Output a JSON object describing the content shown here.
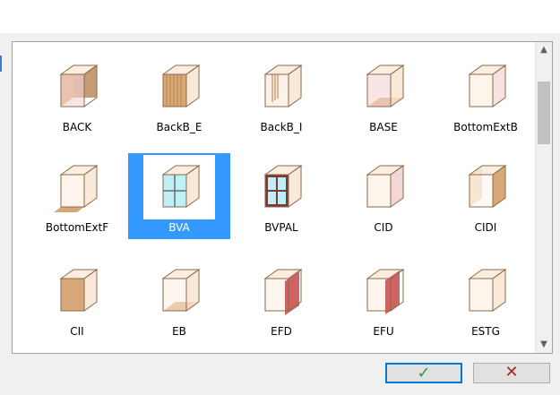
{
  "items": [
    {
      "label": "BACK",
      "icon": "back-panel-cabinet-icon",
      "selected": false
    },
    {
      "label": "BackB_E",
      "icon": "back-panel-exterior-cabinet-icon",
      "selected": false
    },
    {
      "label": "BackB_I",
      "icon": "back-panel-interior-cabinet-icon",
      "selected": false
    },
    {
      "label": "BASE",
      "icon": "base-panel-cabinet-icon",
      "selected": false
    },
    {
      "label": "BottomExtB",
      "icon": "bottom-extension-back-cabinet-icon",
      "selected": false
    },
    {
      "label": "BottomExtF",
      "icon": "bottom-extension-front-cabinet-icon",
      "selected": false
    },
    {
      "label": "BVA",
      "icon": "glass-door-cabinet-icon",
      "selected": true
    },
    {
      "label": "BVPAL",
      "icon": "window-frame-cabinet-icon",
      "selected": false
    },
    {
      "label": "CID",
      "icon": "right-side-panel-cabinet-icon",
      "selected": false
    },
    {
      "label": "CIDI",
      "icon": "inner-right-panel-cabinet-icon",
      "selected": false
    },
    {
      "label": "CII",
      "icon": "left-side-panel-cabinet-icon",
      "selected": false
    },
    {
      "label": "EB",
      "icon": "bottom-shelf-cabinet-icon",
      "selected": false
    },
    {
      "label": "EFD",
      "icon": "front-door-right-cabinet-icon",
      "selected": false
    },
    {
      "label": "EFU",
      "icon": "front-door-up-cabinet-icon",
      "selected": false
    },
    {
      "label": "ESTG",
      "icon": "empty-frame-cabinet-icon",
      "selected": false
    }
  ],
  "buttons": {
    "ok": {
      "glyph": "✓",
      "icon": "checkmark-icon"
    },
    "cancel": {
      "glyph": "✕",
      "icon": "close-icon"
    }
  },
  "colors": {
    "selection": "#3399ff",
    "wood": "#d9a877",
    "wood_dark": "#b88352",
    "pink_panel": "#f3d6d6",
    "door_red": "#d06262",
    "glass": "#bff0f8",
    "frame": "#7a3a3a"
  }
}
